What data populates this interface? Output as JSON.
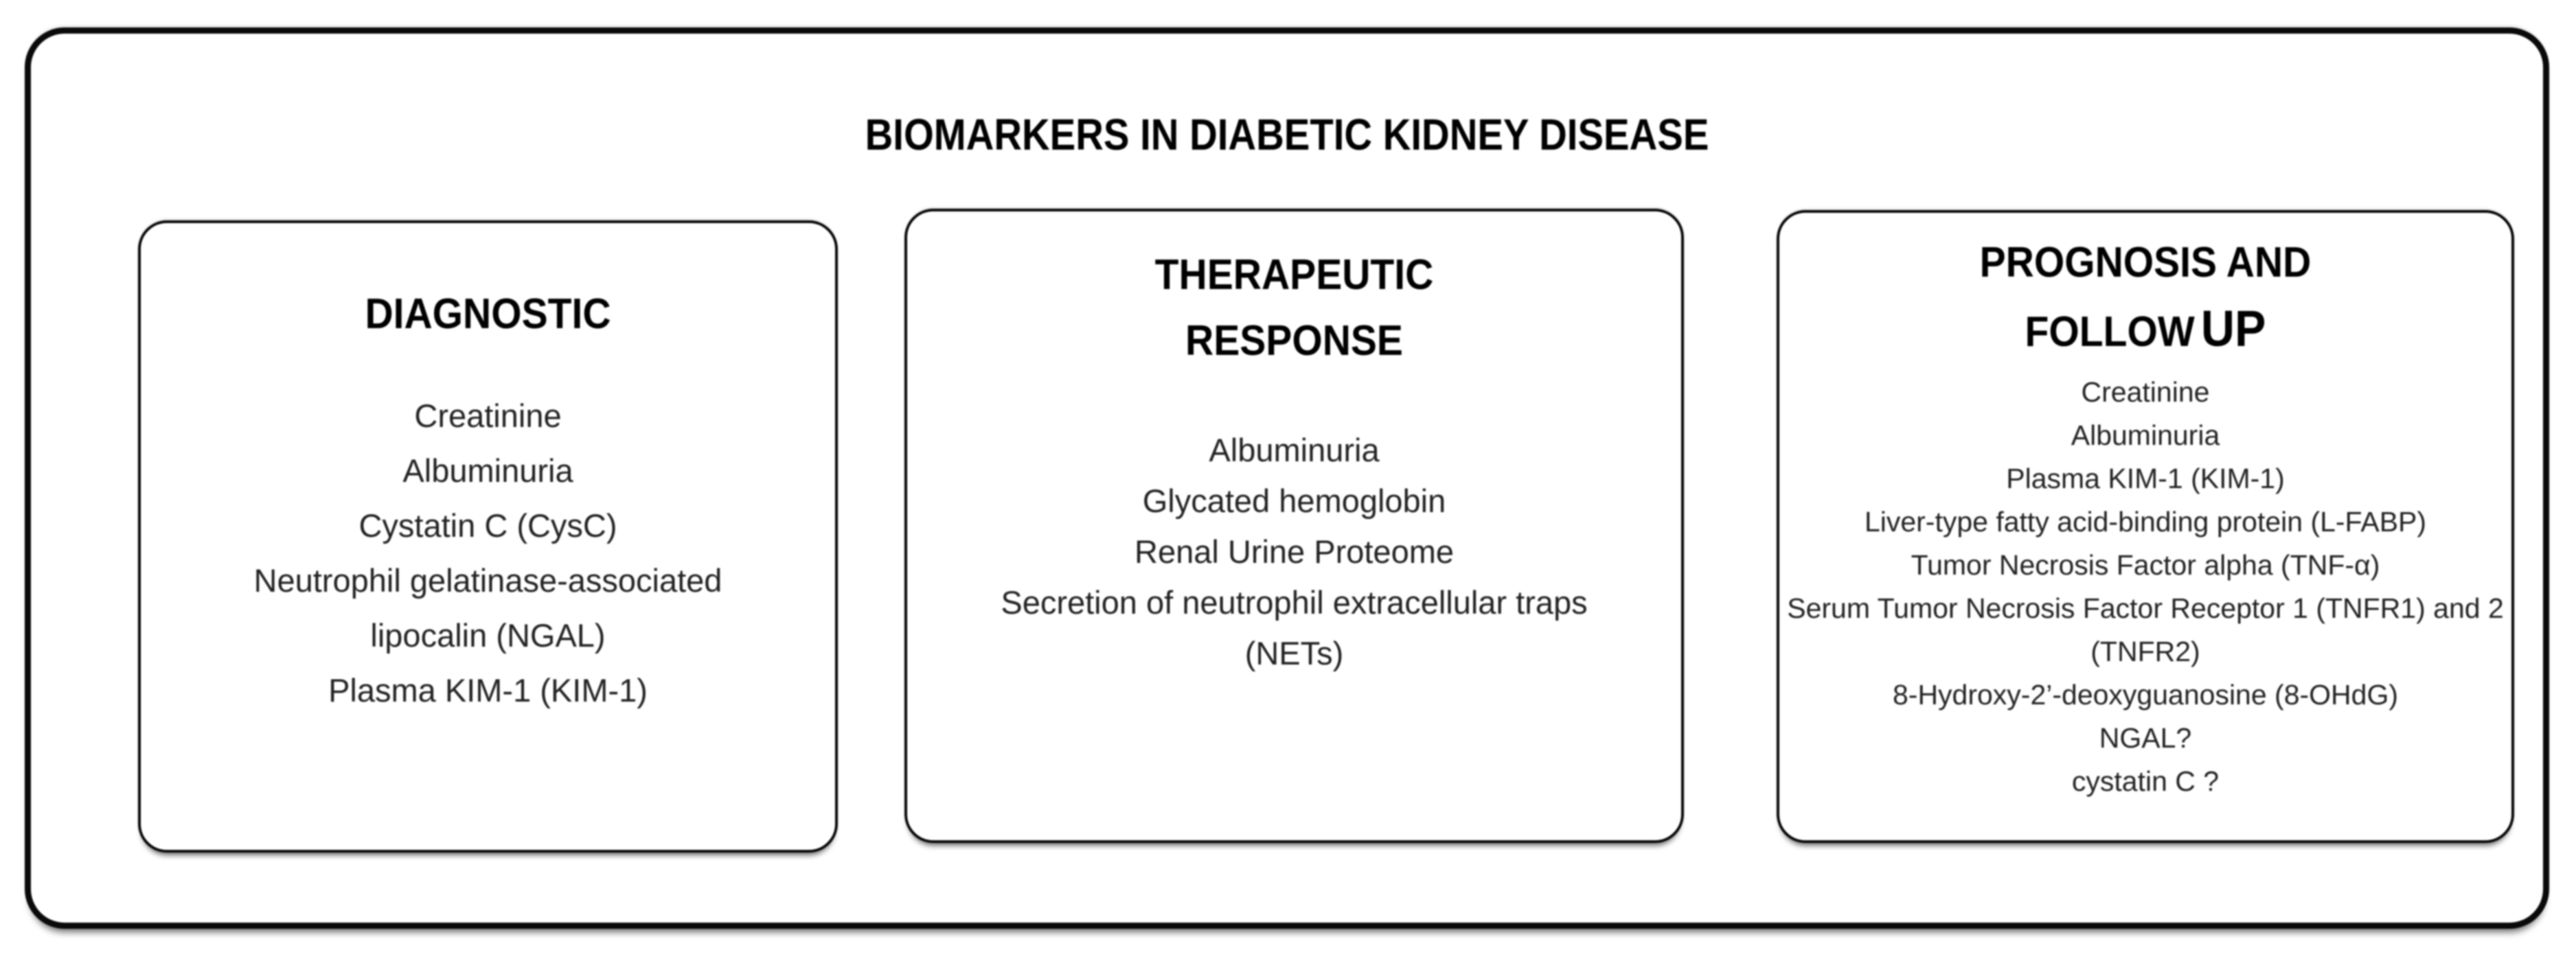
{
  "colors": {
    "background": "#ffffff",
    "border": "#0a0a0a",
    "title_text": "#000000",
    "body_text": "#222222"
  },
  "main_title": "BIOMARKERS IN DIABETIC KIDNEY DISEASE",
  "boxes": {
    "diagnostic": {
      "title": "DIAGNOSTIC",
      "items": [
        "Creatinine",
        "Albuminuria",
        "Cystatin C (CysC)",
        "Neutrophil gelatinase-associated",
        "lipocalin (NGAL)",
        "Plasma KIM-1 (KIM-1)"
      ]
    },
    "therapeutic_response": {
      "title_line1": "THERAPEUTIC",
      "title_line2": "RESPONSE",
      "items": [
        "Albuminuria",
        "Glycated hemoglobin",
        "Renal Urine Proteome",
        "Secretion of neutrophil extracellular traps",
        "(NETs)"
      ]
    },
    "prognosis_follow_up": {
      "title_line1": "PROGNOSIS AND",
      "title_line2_follow": "FOLLOW",
      "title_line2_up": "UP",
      "items": [
        "Creatinine",
        "Albuminuria",
        "Plasma KIM-1 (KIM-1)",
        "Liver-type fatty acid-binding protein (L-FABP)",
        "Tumor Necrosis Factor alpha (TNF-α)",
        "Serum Tumor Necrosis Factor Receptor 1 (TNFR1) and 2",
        "(TNFR2)",
        "8-Hydroxy-2’-deoxyguanosine (8-OHdG)",
        "NGAL?",
        "cystatin C ?"
      ]
    }
  }
}
